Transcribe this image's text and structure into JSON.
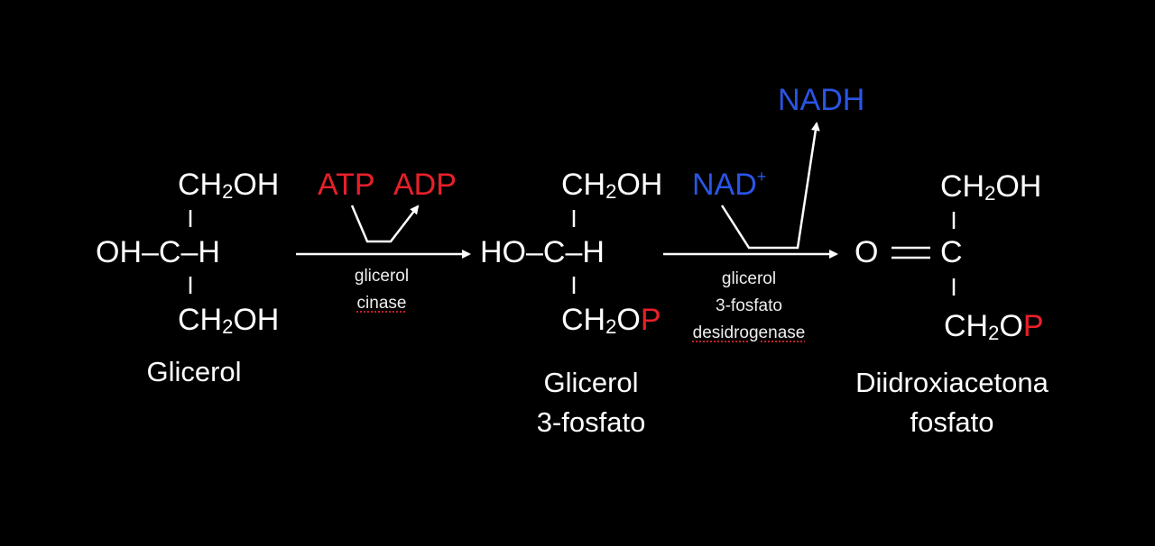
{
  "colors": {
    "background": "#000000",
    "text": "#ffffff",
    "phosphate": "#e8202a",
    "cofactor": "#2a55e6"
  },
  "glicerol": {
    "top": {
      "a": "CH",
      "sub": "2",
      "b": "OH"
    },
    "middle": "OH–C–H",
    "bottom": {
      "a": "CH",
      "sub": "2",
      "b": "OH"
    },
    "name": "Glicerol"
  },
  "reaction1": {
    "atp": "ATP",
    "adp": "ADP",
    "enzyme_line1": "glicerol",
    "enzyme_line2": "cinase"
  },
  "glicerol3p": {
    "top": {
      "a": "CH",
      "sub": "2",
      "b": "OH"
    },
    "middle": "HO–C–H",
    "bottom": {
      "a": "CH",
      "sub": "2",
      "b": "O",
      "p": "P"
    },
    "name_line1": "Glicerol",
    "name_line2": "3-fosfato"
  },
  "reaction2": {
    "nad": "NAD",
    "nad_sup": "+",
    "nadh": "NADH",
    "enzyme_line1": "glicerol",
    "enzyme_line2": "3-fosfato",
    "enzyme_line3": "desidrogenase"
  },
  "dhap": {
    "top": {
      "a": "CH",
      "sub": "2",
      "b": "OH"
    },
    "o": "O",
    "c": "C",
    "bottom": {
      "a": "CH",
      "sub": "2",
      "b": "O",
      "p": "P"
    },
    "name_line1": "Diidroxiacetona",
    "name_line2": "fosfato"
  }
}
